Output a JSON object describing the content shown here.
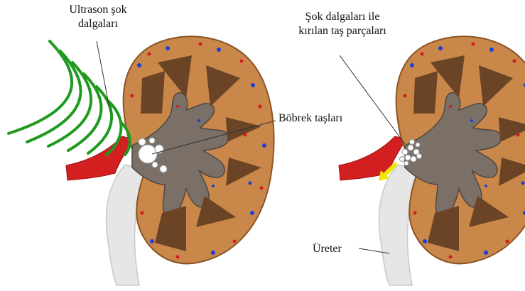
{
  "labels": {
    "ultrasonic_waves": [
      "Ultrason şok",
      "dalgaları"
    ],
    "fragmented_stones": [
      "Şok dalgaları ile",
      "kırılan taş parçaları"
    ],
    "kidney_stones": "Böbrek taşları",
    "ureter": "Üreter"
  },
  "colors": {
    "cortex": "#c9874a",
    "cortex_edge": "#8a5424",
    "pyramid": "#6b4426",
    "pelvis": "#7a7068",
    "artery": "#d21f1f",
    "ureter": "#e8e8e8",
    "wave": "#1e9a1e",
    "stone": "#ffffff",
    "arrow": "#f2e600",
    "dot_blue": "#1f3fd8",
    "dot_red": "#d41c1c"
  }
}
